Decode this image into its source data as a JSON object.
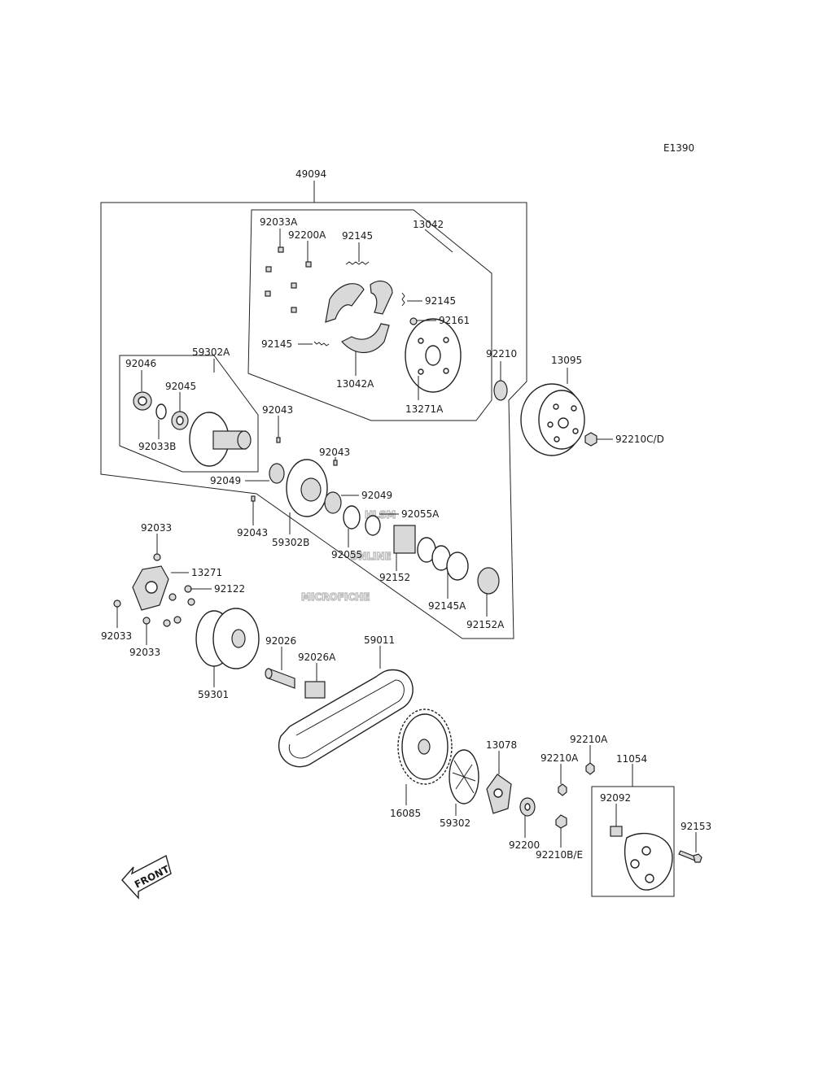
{
  "diagram": {
    "code": "E1390",
    "watermark": [
      "HLSM",
      "ONLINE",
      "MICROFICHE"
    ],
    "front_label": "FRONT",
    "labels": {
      "p49094": "49094",
      "p92033A": "92033A",
      "p92200A": "92200A",
      "p92145_a": "92145",
      "p13042": "13042",
      "p92145_b": "92145",
      "p92161": "92161",
      "p92145_c": "92145",
      "p13042A": "13042A",
      "p13271A": "13271A",
      "p92210": "92210",
      "p13095": "13095",
      "p92210CD": "92210C/D",
      "p92046": "92046",
      "p59302A": "59302A",
      "p92045": "92045",
      "p92033B": "92033B",
      "p92043_a": "92043",
      "p92043_b": "92043",
      "p92049_a": "92049",
      "p92049_b": "92049",
      "p92055A": "92055A",
      "p92043_c": "92043",
      "p59302B": "59302B",
      "p92055": "92055",
      "p92152": "92152",
      "p92145A": "92145A",
      "p92152A": "92152A",
      "p92033_a": "92033",
      "p13271": "13271",
      "p92122": "92122",
      "p92033_b": "92033",
      "p92033_c": "92033",
      "p59301": "59301",
      "p92026": "92026",
      "p92026A": "92026A",
      "p59011": "59011",
      "p16085": "16085",
      "p59302": "59302",
      "p13078": "13078",
      "p92200": "92200",
      "p92210A_a": "92210A",
      "p92210A_b": "92210A",
      "p92210BE": "92210B/E",
      "p11054": "11054",
      "p92092": "92092",
      "p92153": "92153"
    }
  }
}
